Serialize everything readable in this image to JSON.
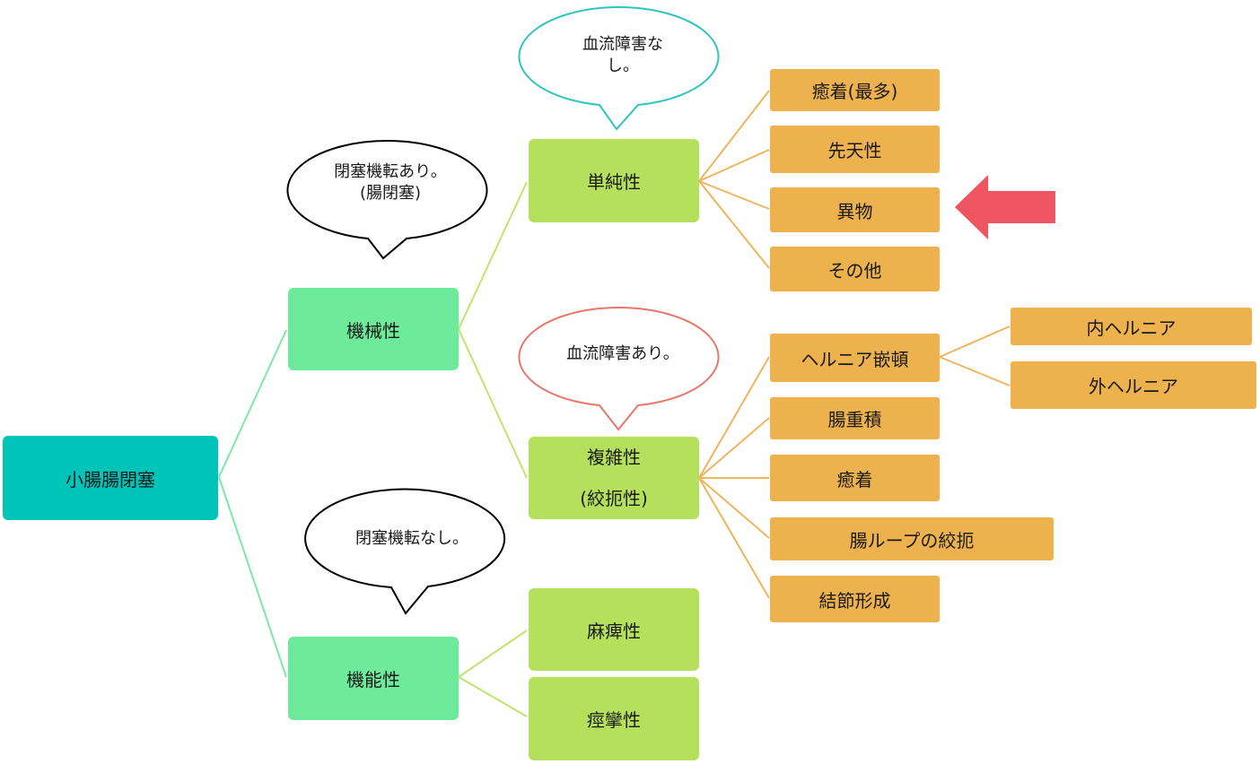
{
  "root": "小腸腸閉塞",
  "categories": {
    "mechanical": "機械性",
    "functional": "機能性"
  },
  "mechanical_types": {
    "simple": "単純性",
    "complex_line1": "複雑性",
    "complex_line2": "(絞扼性)"
  },
  "functional_types": {
    "paralytic": "麻痺性",
    "spastic": "痙攣性"
  },
  "simple_causes": [
    "癒着(最多)",
    "先天性",
    "異物",
    "その他"
  ],
  "complex_causes": {
    "hernia": "ヘルニア嵌頓",
    "intussusception": "腸重積",
    "adhesion": "癒着",
    "loop_strangulation": "腸ループの絞扼",
    "knot_formation": "結節形成"
  },
  "hernia_types": [
    "内ヘルニア",
    "外ヘルニア"
  ],
  "bubbles": {
    "mechanical_line1": "閉塞機転あり。",
    "mechanical_line2": "(腸閉塞)",
    "functional": "閉塞機転なし。",
    "simple_line1": "血流障害な",
    "simple_line2": "し。",
    "complex": "血流障害あり。"
  },
  "colors": {
    "root": "#00c4b8",
    "category": "#6deb9b",
    "type": "#b5e05c",
    "cause": "#edb24e",
    "arrow": "#ef5560",
    "bubble_simple": "#2ec4c0",
    "bubble_complex": "#e8776a"
  },
  "highlight_arrow": "left-arrow-icon"
}
